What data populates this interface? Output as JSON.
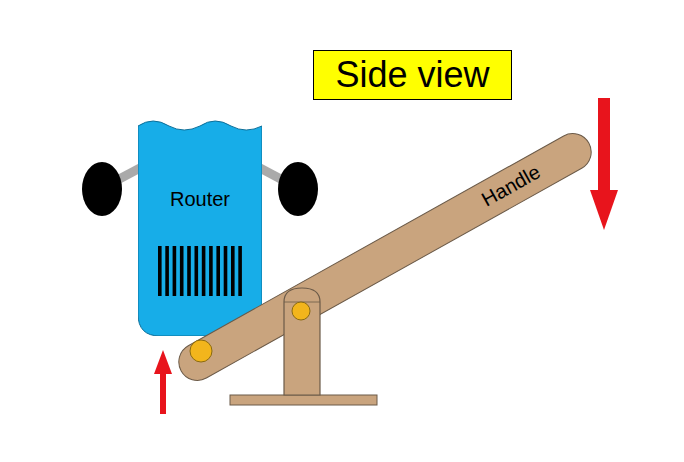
{
  "diagram": {
    "nodes": [
      {
        "text": [
          "Side view"
        ]
      },
      {
        "text": [
          "Router"
        ]
      },
      {
        "text": [
          "Handle"
        ]
      }
    ]
  }
}
